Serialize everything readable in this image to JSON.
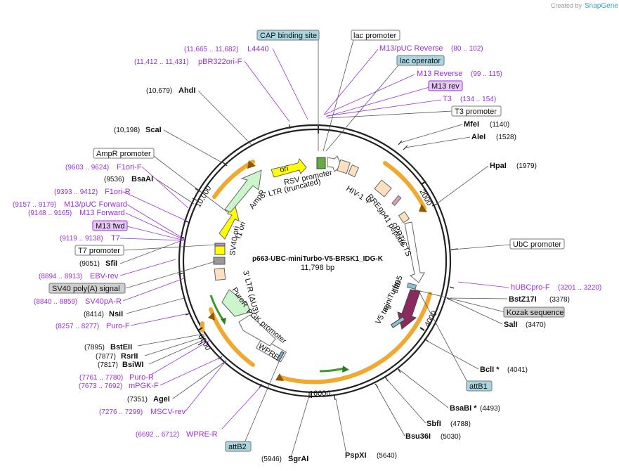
{
  "credit": {
    "prefix": "Created by",
    "brand": "SnapGene"
  },
  "plasmid": {
    "name": "p663-UBC-miniTurbo-V5-BRSK1_IDG-K",
    "size": "11,798 bp"
  },
  "ticks": [
    "2000",
    "4000",
    "6000",
    "8000",
    "10,000"
  ],
  "features": {
    "ori": "ori",
    "rsv": "RSV promoter",
    "ltr5": "5' LTR (truncated)",
    "hiv": "HIV-1 Ψ",
    "rre": "RRE",
    "gp41": "gp41 peptide",
    "cppt": "cPPT/CTS",
    "attb5": "attB5",
    "miniturbo": "miniTurbo",
    "v5": "V5 tag",
    "wpre": "WPRE",
    "pgk": "PGK promoter",
    "puror": "PuroR",
    "ltr3": "3' LTR (ΔU3)",
    "sv40ori": "SV40 ori",
    "f1ori": "f1 ori",
    "ampr": "AmpR"
  },
  "labels": [
    {
      "id": "cap-binding-site",
      "text": "CAP binding site",
      "style": "box-blue"
    },
    {
      "id": "lac-promoter",
      "text": "lac promoter",
      "style": "box-white"
    },
    {
      "id": "m13-puc-reverse",
      "text": "M13/pUC Reverse",
      "range": "(80 .. 102)",
      "style": "primer"
    },
    {
      "id": "lac-operator",
      "text": "lac operator",
      "style": "box-blue"
    },
    {
      "id": "m13-reverse",
      "text": "M13 Reverse",
      "range": "(99 .. 115)",
      "style": "primer"
    },
    {
      "id": "m13-rev",
      "text": "M13 rev",
      "style": "box-purple"
    },
    {
      "id": "t3",
      "text": "T3",
      "range": "(134 .. 154)",
      "style": "primer"
    },
    {
      "id": "t3-promoter",
      "text": "T3 promoter",
      "style": "box-white"
    },
    {
      "id": "mfei",
      "text": "MfeI",
      "pos": "(1140)",
      "style": "enzyme"
    },
    {
      "id": "alei",
      "text": "AleI",
      "pos": "(1528)",
      "style": "enzyme"
    },
    {
      "id": "hpai",
      "text": "HpaI",
      "pos": "(1979)",
      "style": "enzyme"
    },
    {
      "id": "ubc-promoter",
      "text": "UbC promoter",
      "style": "box-white"
    },
    {
      "id": "hubcpro-f",
      "text": "hUBCpro-F",
      "range": "(3201 .. 3220)",
      "style": "primer"
    },
    {
      "id": "bstz17i",
      "text": "BstZ17I",
      "pos": "(3378)",
      "style": "enzyme"
    },
    {
      "id": "kozak",
      "text": "Kozak sequence",
      "style": "box-gray"
    },
    {
      "id": "sali",
      "text": "SalI",
      "pos": "(3470)",
      "style": "enzyme"
    },
    {
      "id": "bcli",
      "text": "BclI *",
      "pos": "(4041)",
      "style": "enzyme"
    },
    {
      "id": "attb1",
      "text": "attB1",
      "style": "box-blue"
    },
    {
      "id": "bsabi",
      "text": "BsaBI *",
      "pos": "(4493)",
      "style": "enzyme"
    },
    {
      "id": "sbfi",
      "text": "SbfI",
      "pos": "(4788)",
      "style": "enzyme"
    },
    {
      "id": "bsu36i",
      "text": "Bsu36I",
      "pos": "(5030)",
      "style": "enzyme"
    },
    {
      "id": "pspxi",
      "text": "PspXI",
      "pos": "(5640)",
      "style": "enzyme"
    },
    {
      "id": "sgrai",
      "text": "SgrAI",
      "pos": "(5946)",
      "style": "enzyme"
    },
    {
      "id": "attb2",
      "text": "attB2",
      "style": "box-blue"
    },
    {
      "id": "wpre-r",
      "text": "WPRE-R",
      "range": "(6692 .. 6712)",
      "style": "primer"
    },
    {
      "id": "mscv-rev",
      "text": "MSCV-rev",
      "range": "(7276 .. 7299)",
      "style": "primer"
    },
    {
      "id": "agei",
      "text": "AgeI",
      "pos": "(7351)",
      "style": "enzyme"
    },
    {
      "id": "mpgk-f",
      "text": "mPGK-F",
      "range": "(7673 .. 7692)",
      "style": "primer"
    },
    {
      "id": "puro-r",
      "text": "Puro-R",
      "range": "(7761 .. 7780)",
      "style": "primer"
    },
    {
      "id": "bsiwi",
      "text": "BsiWI",
      "pos": "(7817)",
      "style": "enzyme"
    },
    {
      "id": "rsrii",
      "text": "RsrII",
      "pos": "(7877)",
      "style": "enzyme"
    },
    {
      "id": "bsteii",
      "text": "BstEII",
      "pos": "(7895)",
      "style": "enzyme"
    },
    {
      "id": "puro-f",
      "text": "Puro-F",
      "range": "(8257 .. 8277)",
      "style": "primer"
    },
    {
      "id": "nsii",
      "text": "NsiI",
      "pos": "(8414)",
      "style": "enzyme"
    },
    {
      "id": "sv40pa-r",
      "text": "SV40pA-R",
      "range": "(8840 .. 8859)",
      "style": "primer"
    },
    {
      "id": "sv40-polya",
      "text": "SV40 poly(A) signal",
      "style": "box-gray"
    },
    {
      "id": "ebv-rev",
      "text": "EBV-rev",
      "range": "(8894 .. 8913)",
      "style": "primer"
    },
    {
      "id": "sfii",
      "text": "SfiI",
      "pos": "(9051)",
      "style": "enzyme"
    },
    {
      "id": "t7-promoter",
      "text": "T7 promoter",
      "style": "box-white"
    },
    {
      "id": "t7",
      "text": "T7",
      "range": "(9119 .. 9138)",
      "style": "primer"
    },
    {
      "id": "m13-fwd",
      "text": "M13 fwd",
      "style": "box-purple"
    },
    {
      "id": "m13-forward",
      "text": "M13 Forward",
      "range": "(9148 .. 9165)",
      "style": "primer"
    },
    {
      "id": "m13-puc-forward",
      "text": "M13/pUC Forward",
      "range": "(9157 .. 9179)",
      "style": "primer"
    },
    {
      "id": "f1ori-r",
      "text": "F1ori-R",
      "range": "(9393 .. 9412)",
      "style": "primer"
    },
    {
      "id": "bsaai",
      "text": "BsaAI",
      "pos": "(9536)",
      "style": "enzyme"
    },
    {
      "id": "f1ori-f",
      "text": "F1ori-F",
      "range": "(9603 .. 9624)",
      "style": "primer"
    },
    {
      "id": "ampr-promoter",
      "text": "AmpR promoter",
      "style": "box-white"
    },
    {
      "id": "scai",
      "text": "ScaI",
      "pos": "(10,198)",
      "style": "enzyme"
    },
    {
      "id": "ahdi",
      "text": "AhdI",
      "pos": "(10,679)",
      "style": "enzyme"
    },
    {
      "id": "pbr322ori-f",
      "text": "pBR322ori-F",
      "range": "(11,412 .. 11,431)",
      "style": "primer"
    },
    {
      "id": "l4440",
      "text": "L4440",
      "range": "(11,665 .. 11,682)",
      "style": "primer"
    }
  ]
}
